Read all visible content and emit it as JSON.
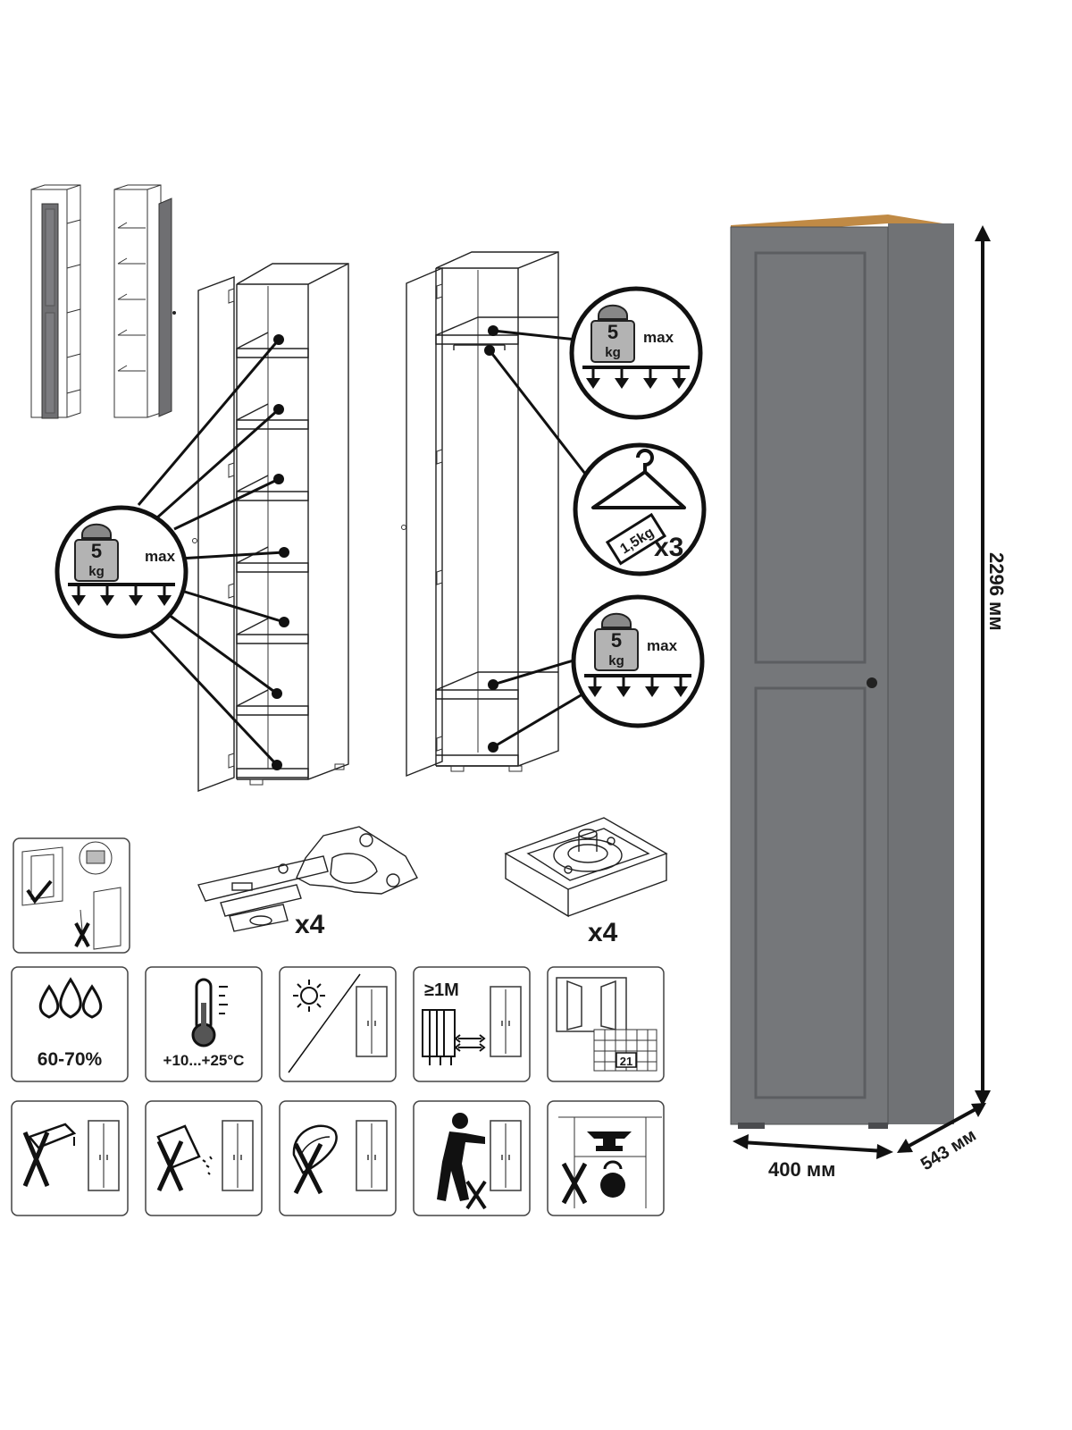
{
  "load_badges": {
    "weight": "5",
    "unit": "kg",
    "max_label": "max"
  },
  "hanger_badge": {
    "weight_label": "1,5kg",
    "count": "x3"
  },
  "fittings": {
    "hinge_count": "x4",
    "leg_count": "x4"
  },
  "care": {
    "humidity": "60-70%",
    "temperature": "+10...+25°C",
    "heater_distance": "≥1M",
    "calendar_day": "21"
  },
  "dimensions": {
    "height": "2296 мм",
    "width": "400 мм",
    "depth": "543 мм"
  },
  "colors": {
    "cabinet_body": "#707275",
    "cabinet_door": "#75777a",
    "top_oak": "#c08a45",
    "line": "#222222"
  }
}
